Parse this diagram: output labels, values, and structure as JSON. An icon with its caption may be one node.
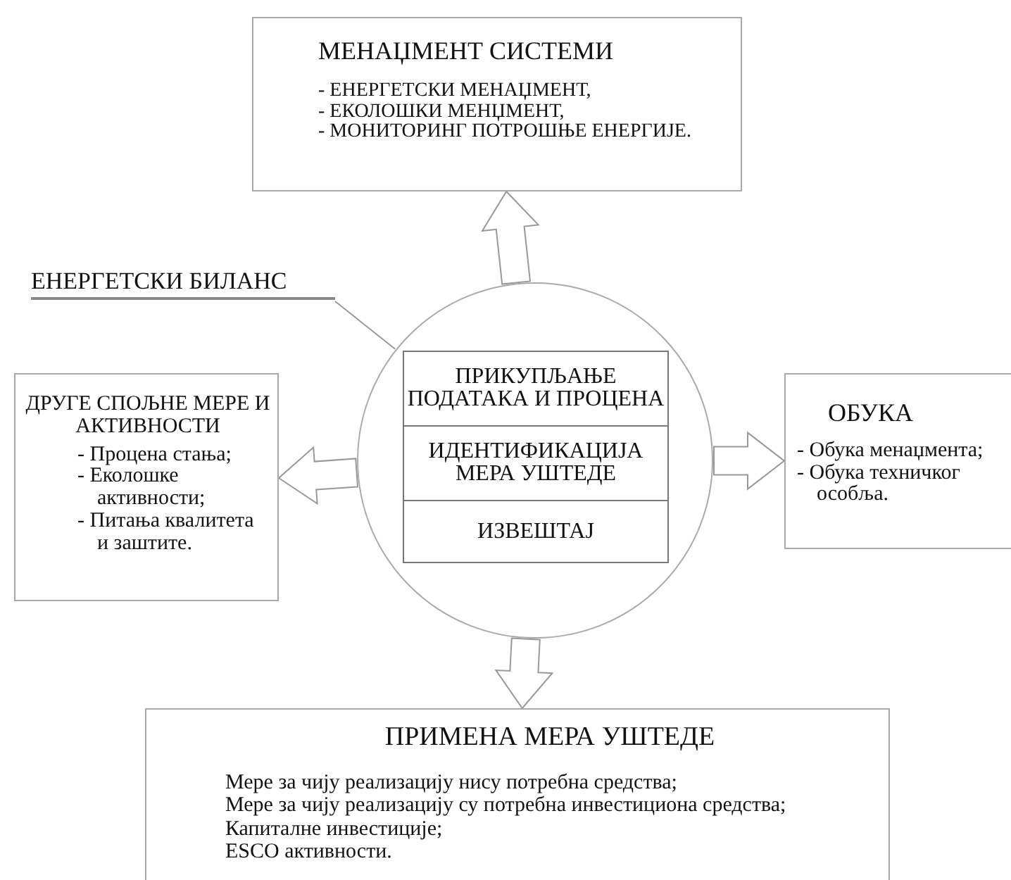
{
  "diagram": {
    "nodes": [
      {
        "text": [
          "ЕНЕРГЕТСКИ БИЛАНС"
        ]
      },
      {
        "text": [],
        "shape": "circle"
      },
      {
        "text": [
          "ПРИКУПЉАЊЕ ПОДАТАКА И ПРОЦЕНА"
        ],
        "in": 1
      },
      {
        "text": [
          "ИДЕНТИФИКАЦИЈА МЕРА УШТЕДЕ"
        ],
        "in": 1
      },
      {
        "text": [
          "ИЗВЕШТАЈ"
        ],
        "in": 1
      },
      {
        "text": [
          "МЕНАЏМЕНТ СИСТЕМИ",
          "- ЕНЕРГЕТСКИ МЕНАЏМЕНТ,",
          "- ЕКОЛОШКИ МЕНЏМЕНТ,",
          "- МОНИТОРИНГ ПОТРОШЊЕ ЕНЕРГИЈЕ."
        ]
      },
      {
        "text": [
          "ДРУГЕ СПОЉНЕ МЕРЕ И АКТИВНОСТИ",
          "- Процена стања;",
          "- Еколошке активности;",
          "- Питања квалитета и заштите."
        ]
      },
      {
        "text": [
          "ОБУКА",
          "- Обука менаџмента;",
          "- Обука техничког особља."
        ]
      },
      {
        "text": [
          "ПРИМЕНА МЕРА УШТЕДЕ",
          "Мере за чију реализацију нису потребна средства;",
          "Мере за чију реализацију су потребна инвестициона средства;",
          "Капиталне инвестиције;",
          "ESCO активности."
        ]
      }
    ],
    "edges": [
      {
        "from": 0,
        "to": 1,
        "arrow": "none"
      },
      {
        "from": 1,
        "to": 5,
        "arrow": "to"
      },
      {
        "from": 1,
        "to": 6,
        "arrow": "to"
      },
      {
        "from": 1,
        "to": 7,
        "arrow": "to"
      },
      {
        "from": 1,
        "to": 8,
        "arrow": "to"
      }
    ]
  }
}
